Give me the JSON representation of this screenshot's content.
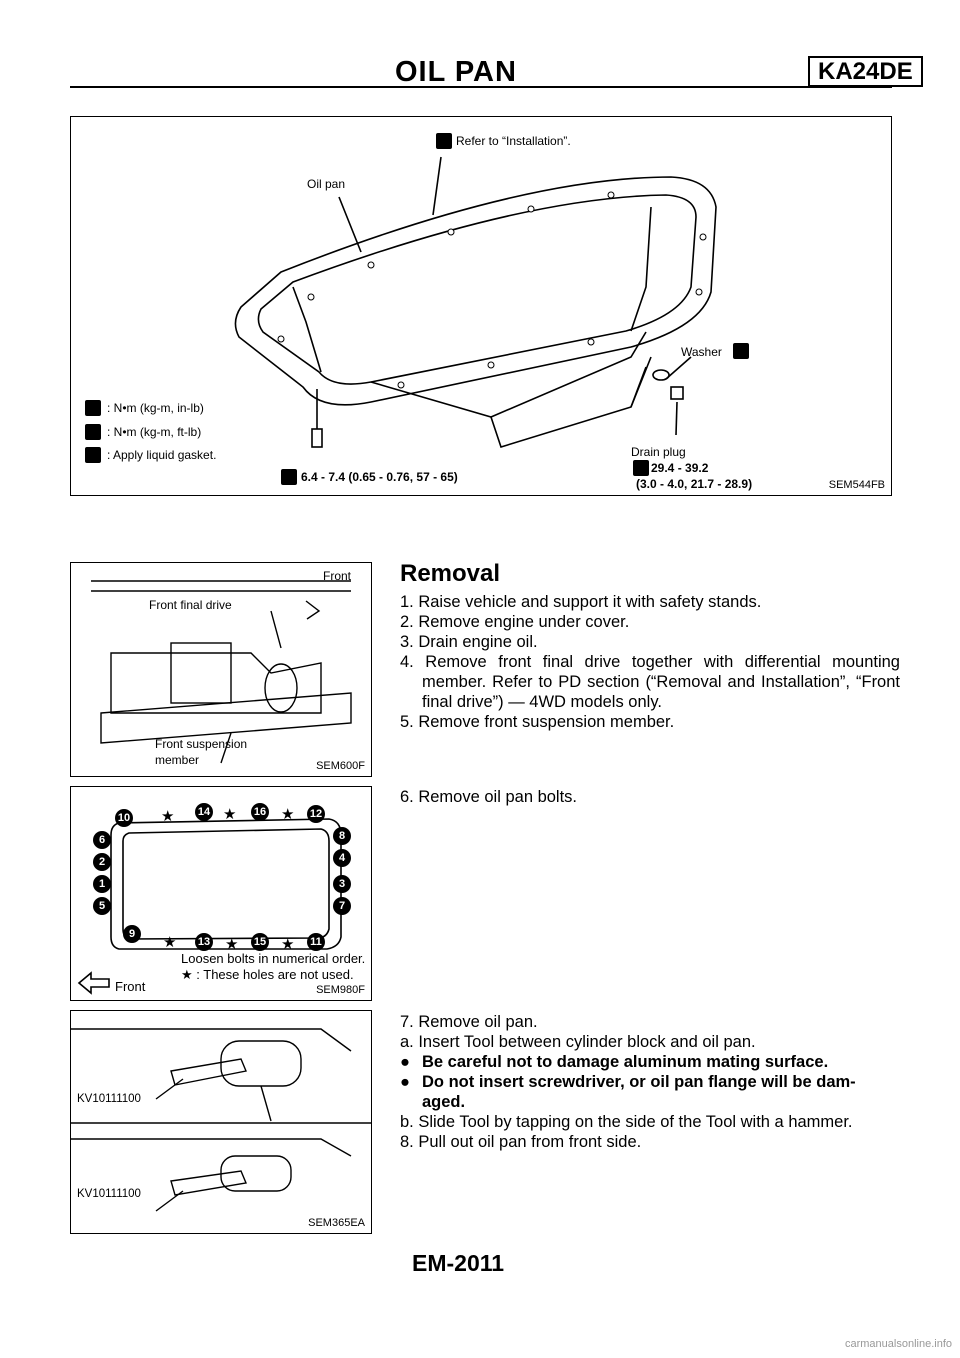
{
  "header": {
    "title": "OIL PAN",
    "model": "KA24DE"
  },
  "figure1": {
    "code": "SEM544FB",
    "callouts": {
      "refer": "Refer to “Installation”.",
      "oil_pan": "Oil pan",
      "washer": "Washer",
      "drain_plug": "Drain plug",
      "drain_torque1": "29.4 - 39.2",
      "drain_torque2": "(3.0 - 4.0, 21.7 - 28.9)",
      "bolt_torque": "6.4 - 7.4 (0.65 - 0.76, 57 - 65)"
    },
    "legend": [
      {
        "icon": "torque-in-lb-icon",
        "text": ": N•m (kg-m, in-lb)"
      },
      {
        "icon": "torque-ft-lb-icon",
        "text": ": N•m (kg-m, ft-lb)"
      },
      {
        "icon": "liquid-gasket-icon",
        "text": ": Apply liquid gasket."
      }
    ]
  },
  "figure2": {
    "code": "SEM600F",
    "labels": {
      "front": "Front",
      "front_final_drive": "Front final drive",
      "susp1": "Front suspension",
      "susp2": "member"
    }
  },
  "figure3": {
    "code": "SEM980F",
    "note1": "Loosen bolts in numerical order.",
    "note2": "★ : These holes are not used.",
    "front": "Front",
    "bolts": [
      "10",
      "14",
      "16",
      "12",
      "6",
      "8",
      "2",
      "4",
      "1",
      "3",
      "5",
      "7",
      "9",
      "13",
      "15",
      "11"
    ]
  },
  "figure4": {
    "code": "SEM365EA",
    "tool1": "KV10111100",
    "tool2": "KV10111100"
  },
  "section": {
    "title": "Removal",
    "steps1": [
      "1. Raise vehicle and support it with safety stands.",
      "2. Remove engine under cover.",
      "3. Drain engine oil.",
      "4. Remove front final drive together with differential mounting member. Refer to PD section (“Removal and Installation”, “Front final drive”) — 4WD models only.",
      "5. Remove front suspension member."
    ],
    "step6": "6. Remove oil pan bolts.",
    "step7": "7. Remove oil pan.",
    "step7a": "a. Insert Tool between cylinder block and oil pan.",
    "bullet1": "Be careful not to damage aluminum mating surface.",
    "bullet2": "Do not insert screwdriver, or oil pan flange will be dam- aged.",
    "step7b": "b. Slide Tool by tapping on the side of the Tool with a hammer.",
    "step8": "8. Pull out oil pan from front side."
  },
  "footer": {
    "page": "EM-2011",
    "watermark": "carmanualsonline.info"
  }
}
